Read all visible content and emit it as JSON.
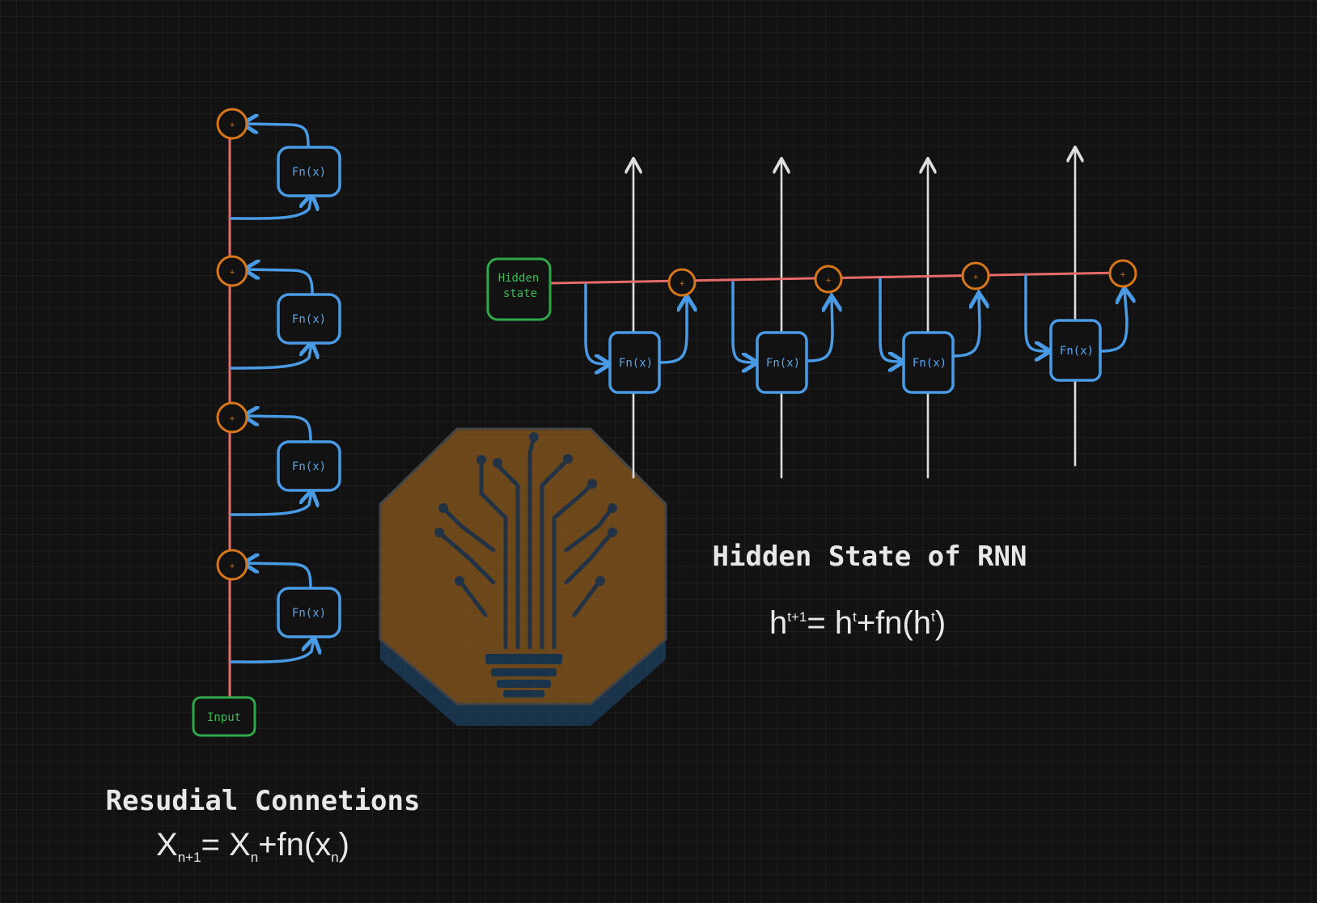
{
  "residual": {
    "input_label": "Input",
    "fn_label": "Fn(x)",
    "sum_symbol": "+",
    "title": "Resudial Connetions",
    "formula": {
      "x1": "X",
      "sub1": "n+1",
      "eq": "= X",
      "sub2": "n",
      "mid": "+fn(x",
      "sub3": "n",
      "end": ")"
    }
  },
  "rnn": {
    "hidden_state_line1": "Hidden",
    "hidden_state_line2": "state",
    "fn_label": "Fn(x)",
    "sum_symbol": "+",
    "title": "Hidden State of RNN",
    "formula": {
      "h1": "h",
      "sup1": "t+1",
      "eq": "= h",
      "sup2": "t",
      "mid": "+fn(h",
      "sup3": "t",
      "end": ")"
    }
  },
  "logo": {
    "name": "circuit-tree-lightbulb-logo"
  },
  "colors": {
    "background": "#121212",
    "blue": "#4a9be6",
    "red": "#e86a6a",
    "orange": "#d8761a",
    "green": "#2fa84a",
    "white": "#e8e8e8"
  }
}
